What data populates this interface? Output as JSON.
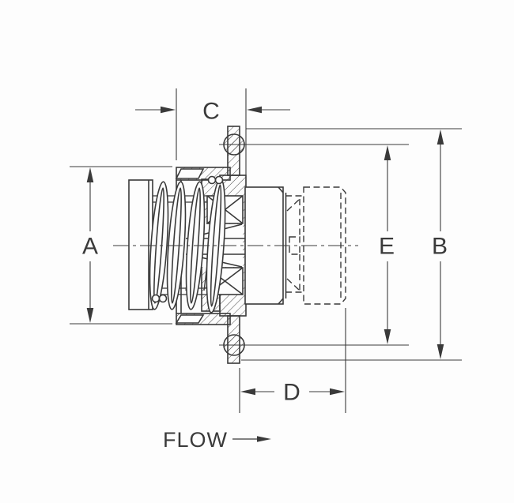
{
  "drawing": {
    "background": "#fdfdfd",
    "line_color": "#3a3a3a",
    "dimension_labels": {
      "a": "A",
      "b": "B",
      "c": "C",
      "d": "D",
      "e": "E"
    },
    "flow_annotation": {
      "label": "FLOW",
      "arrow_icon": "right-arrow"
    }
  }
}
